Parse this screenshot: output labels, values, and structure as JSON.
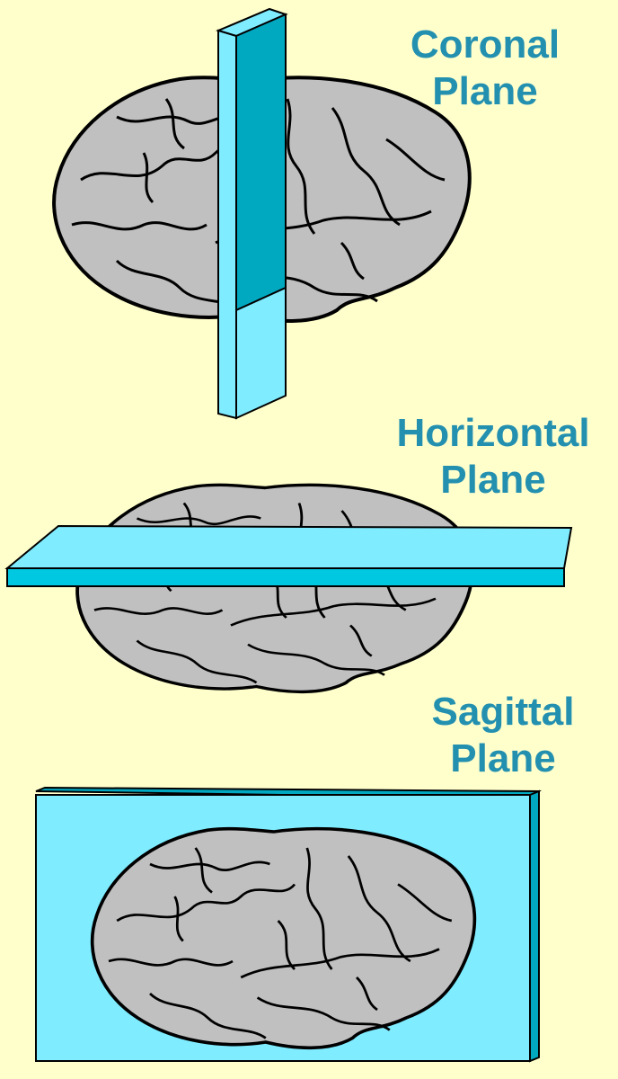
{
  "labels": {
    "coronal": [
      "Coronal",
      "Plane"
    ],
    "horizontal": [
      "Horizontal",
      "Plane"
    ],
    "sagittal": [
      "Sagittal",
      "Plane"
    ]
  },
  "colors": {
    "background": "#ffffcc",
    "plane_face": "#80ecff",
    "plane_edge": "#00a8c0",
    "brain_fill": "#c0c0c0",
    "brain_line": "#000000",
    "label_text": "#2490b0"
  },
  "icons": {
    "brain": "brain-illustration",
    "plane": "cutting-plane"
  }
}
